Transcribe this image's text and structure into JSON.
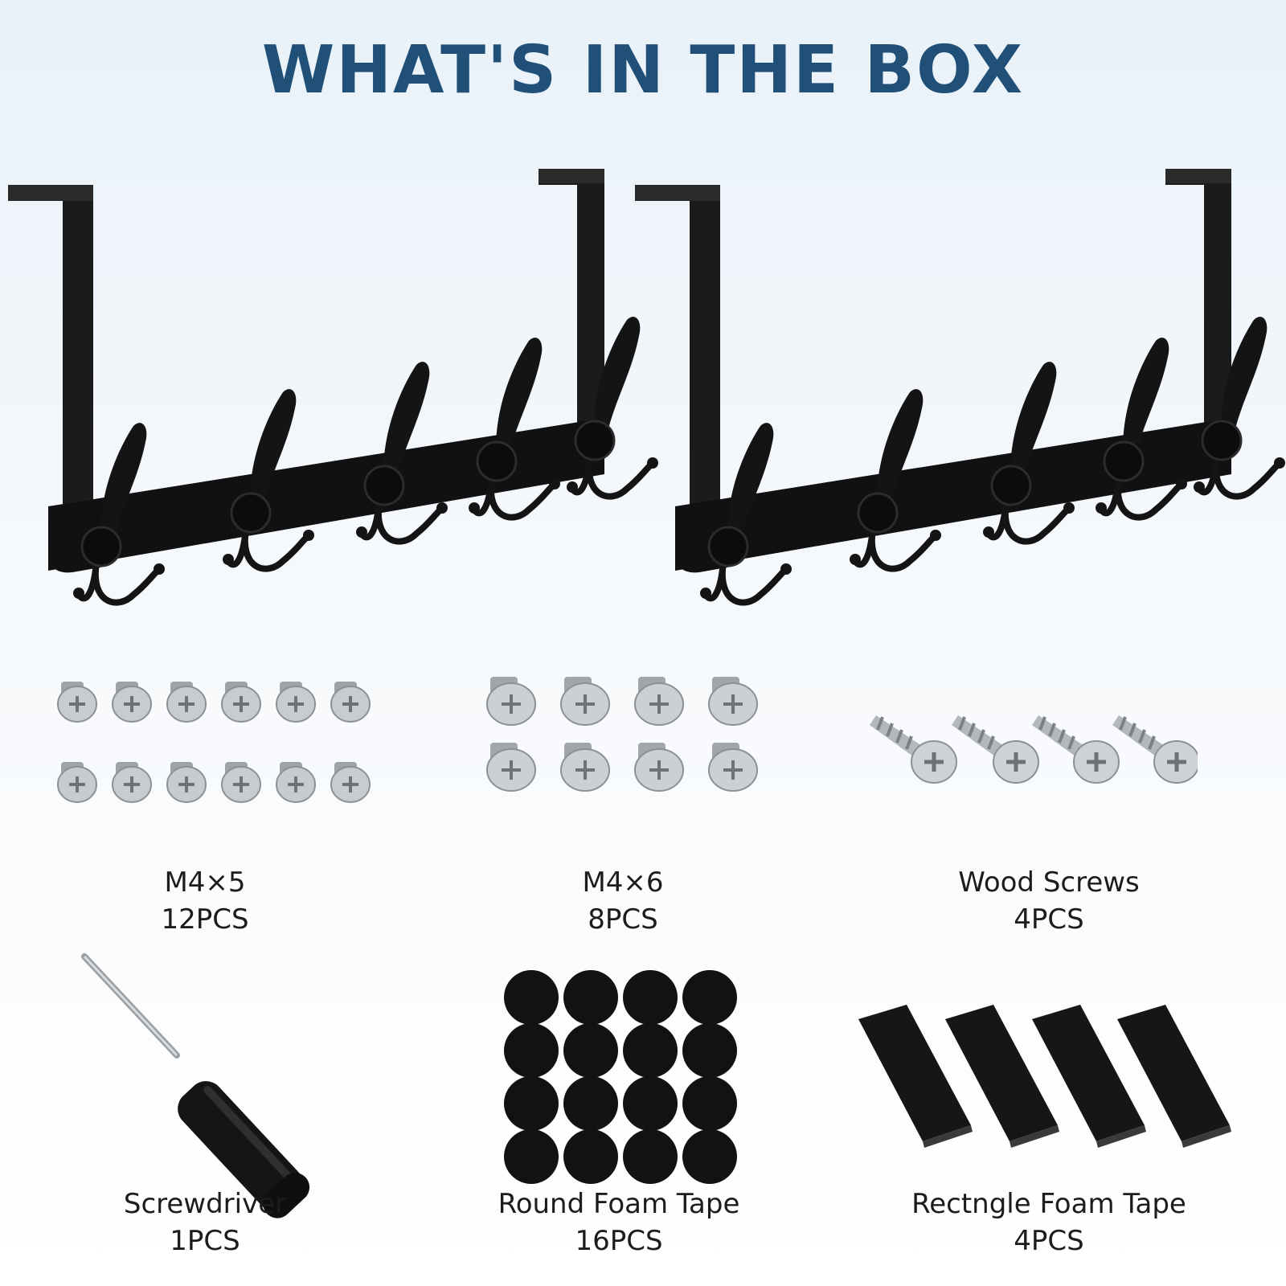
{
  "title": "WHAT'S IN THE BOX",
  "colors": {
    "title": "#204f78",
    "rack": "#151515",
    "screw": "#b9bcbf",
    "foam": "#121212"
  },
  "racks": {
    "count": 2,
    "hooks_per_rack": 5
  },
  "items": [
    {
      "id": "m4x5",
      "name": "M4×5",
      "qty": "12PCS",
      "icon": "machine-screws-icon"
    },
    {
      "id": "m4x6",
      "name": "M4×6",
      "qty": "8PCS",
      "icon": "machine-screws-icon"
    },
    {
      "id": "wood",
      "name": "Wood Screws",
      "qty": "4PCS",
      "icon": "wood-screws-icon"
    },
    {
      "id": "screwdriver",
      "name": "Screwdriver",
      "qty": "1PCS",
      "icon": "screwdriver-icon"
    },
    {
      "id": "round",
      "name": "Round Foam Tape",
      "qty": "16PCS",
      "icon": "round-foam-icon"
    },
    {
      "id": "rect",
      "name": "Rectngle Foam Tape",
      "qty": "4PCS",
      "icon": "rect-foam-icon"
    }
  ]
}
